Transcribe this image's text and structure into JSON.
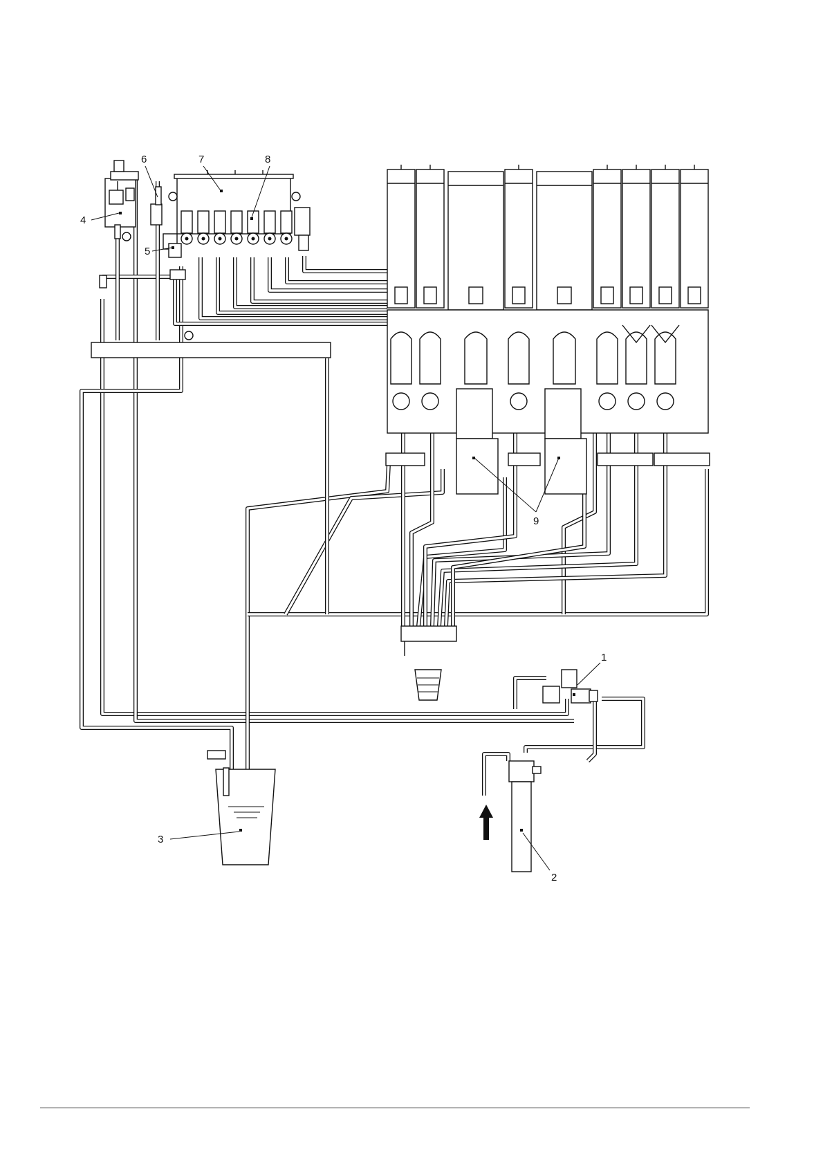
{
  "callouts": [
    {
      "id": "1",
      "label": "1"
    },
    {
      "id": "2",
      "label": "2"
    },
    {
      "id": "3",
      "label": "3"
    },
    {
      "id": "4",
      "label": "4"
    },
    {
      "id": "5",
      "label": "5"
    },
    {
      "id": "6",
      "label": "6"
    },
    {
      "id": "7",
      "label": "7"
    },
    {
      "id": "8",
      "label": "8"
    },
    {
      "id": "9",
      "label": "9"
    }
  ],
  "flow_arrow": {
    "icon": "up-arrow-icon"
  },
  "colors": {
    "line": "#111111",
    "background": "#ffffff"
  }
}
